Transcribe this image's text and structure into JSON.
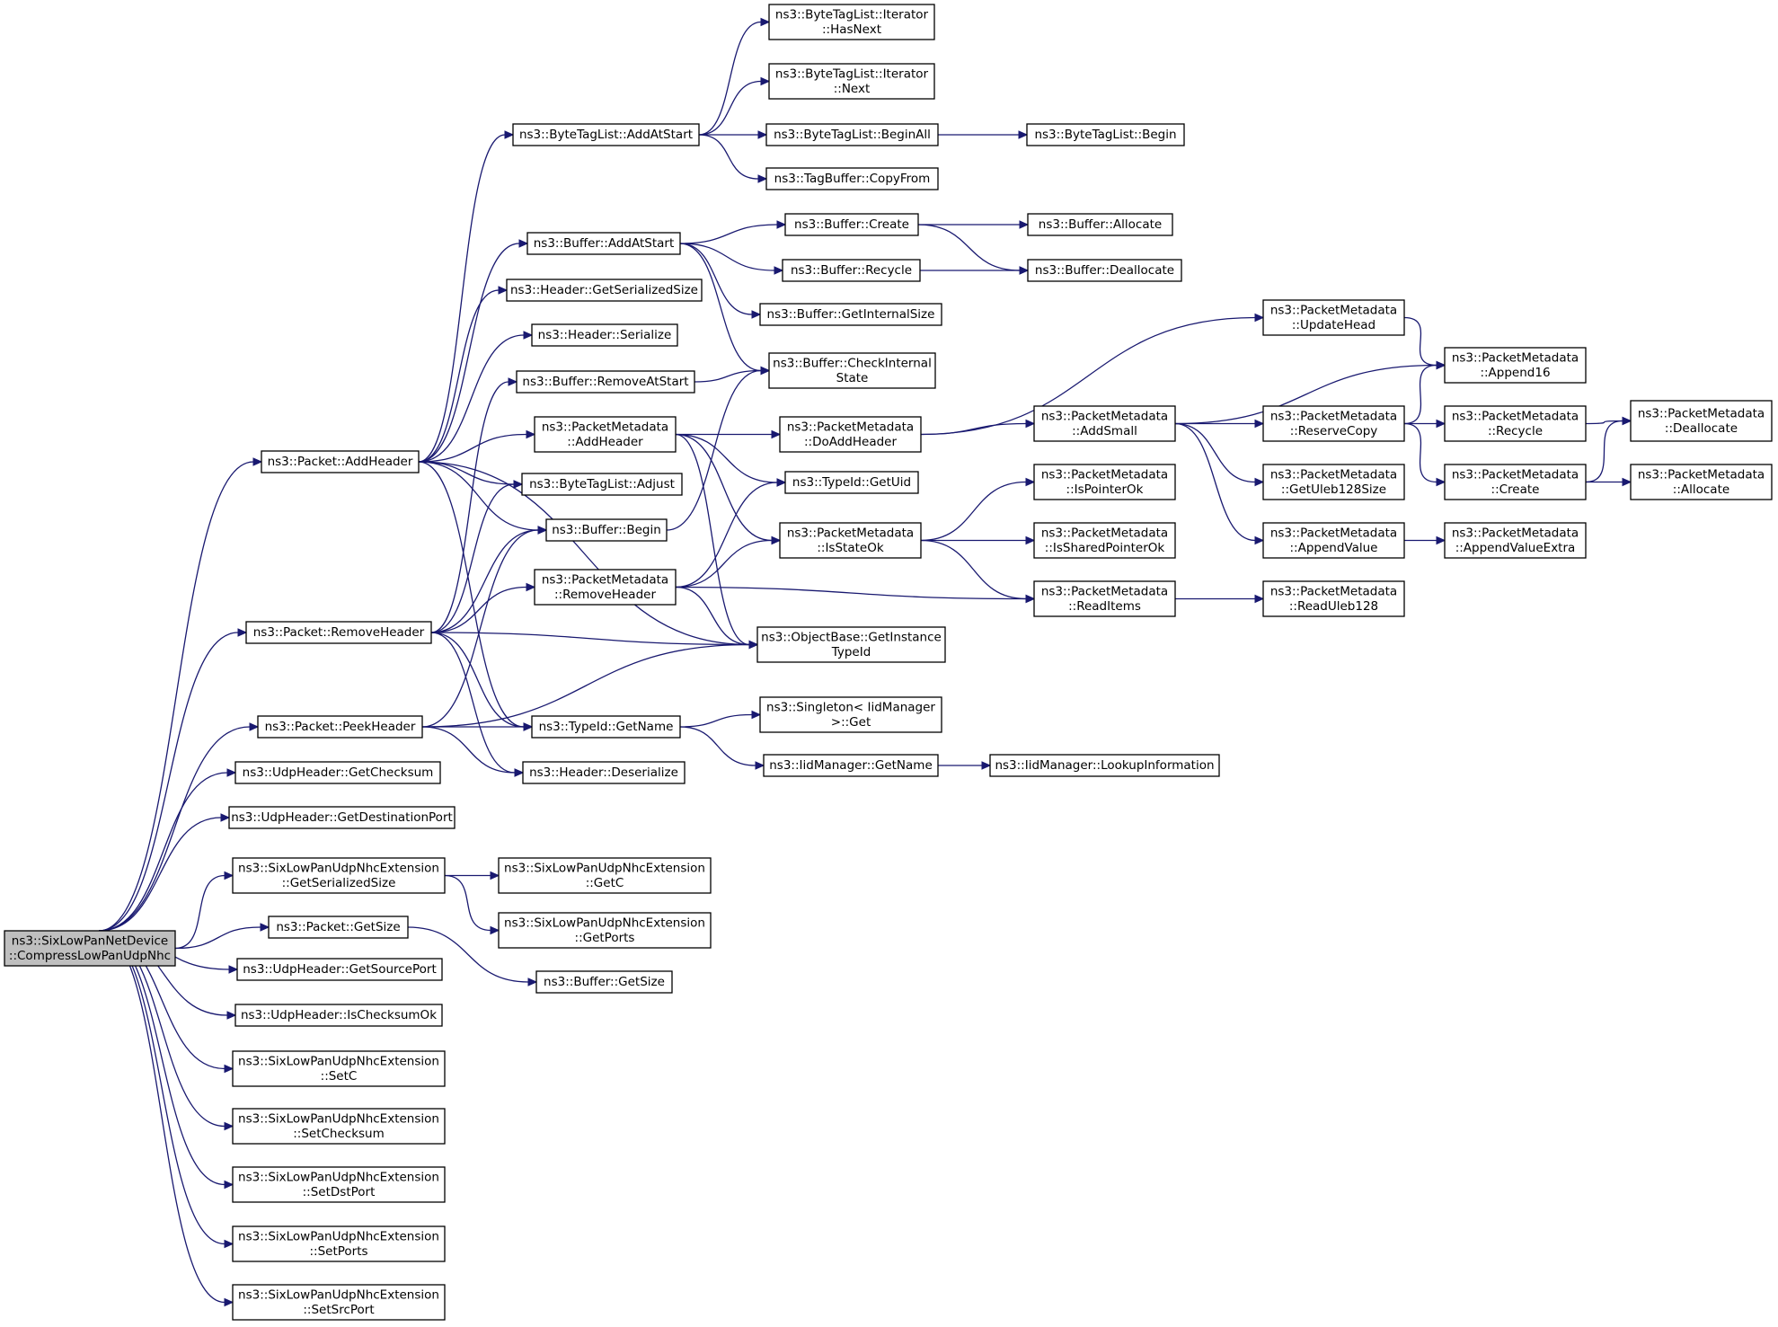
{
  "nodes": [
    {
      "id": "root",
      "lines": [
        "ns3::SixLowPanNetDevice",
        "::CompressLowPanUdpNhc"
      ],
      "root": true
    },
    {
      "id": "bt_hasnext",
      "lines": [
        "ns3::ByteTagList::Iterator",
        "::HasNext"
      ]
    },
    {
      "id": "bt_next",
      "lines": [
        "ns3::ByteTagList::Iterator",
        "::Next"
      ]
    },
    {
      "id": "bt_addatstart",
      "lines": [
        "ns3::ByteTagList::AddAtStart"
      ]
    },
    {
      "id": "bt_beginall",
      "lines": [
        "ns3::ByteTagList::BeginAll"
      ]
    },
    {
      "id": "bt_begin",
      "lines": [
        "ns3::ByteTagList::Begin"
      ]
    },
    {
      "id": "tagbuf_copyfrom",
      "lines": [
        "ns3::TagBuffer::CopyFrom"
      ]
    },
    {
      "id": "buf_addatstart",
      "lines": [
        "ns3::Buffer::AddAtStart"
      ]
    },
    {
      "id": "buf_create",
      "lines": [
        "ns3::Buffer::Create"
      ]
    },
    {
      "id": "buf_allocate",
      "lines": [
        "ns3::Buffer::Allocate"
      ]
    },
    {
      "id": "buf_recycle",
      "lines": [
        "ns3::Buffer::Recycle"
      ]
    },
    {
      "id": "buf_deallocate",
      "lines": [
        "ns3::Buffer::Deallocate"
      ]
    },
    {
      "id": "hdr_getserializedsize",
      "lines": [
        "ns3::Header::GetSerializedSize"
      ]
    },
    {
      "id": "buf_getinternalsize",
      "lines": [
        "ns3::Buffer::GetInternalSize"
      ]
    },
    {
      "id": "hdr_serialize",
      "lines": [
        "ns3::Header::Serialize"
      ]
    },
    {
      "id": "pm_updatehead",
      "lines": [
        "ns3::PacketMetadata",
        "::UpdateHead"
      ]
    },
    {
      "id": "buf_removeatstart",
      "lines": [
        "ns3::Buffer::RemoveAtStart"
      ]
    },
    {
      "id": "buf_checkinternalstate",
      "lines": [
        "ns3::Buffer::CheckInternal",
        "State"
      ]
    },
    {
      "id": "pm_append16",
      "lines": [
        "ns3::PacketMetadata",
        "::Append16"
      ]
    },
    {
      "id": "pm_addheader",
      "lines": [
        "ns3::PacketMetadata",
        "::AddHeader"
      ]
    },
    {
      "id": "pm_doaddheader",
      "lines": [
        "ns3::PacketMetadata",
        "::DoAddHeader"
      ]
    },
    {
      "id": "pm_addsmall",
      "lines": [
        "ns3::PacketMetadata",
        "::AddSmall"
      ]
    },
    {
      "id": "pm_reservecopy",
      "lines": [
        "ns3::PacketMetadata",
        "::ReserveCopy"
      ]
    },
    {
      "id": "pm_recycle",
      "lines": [
        "ns3::PacketMetadata",
        "::Recycle"
      ]
    },
    {
      "id": "pm_deallocate",
      "lines": [
        "ns3::PacketMetadata",
        "::Deallocate"
      ]
    },
    {
      "id": "pkt_addheader",
      "lines": [
        "ns3::Packet::AddHeader"
      ]
    },
    {
      "id": "bt_adjust",
      "lines": [
        "ns3::ByteTagList::Adjust"
      ]
    },
    {
      "id": "typeid_getuid",
      "lines": [
        "ns3::TypeId::GetUid"
      ]
    },
    {
      "id": "pm_ispointerok",
      "lines": [
        "ns3::PacketMetadata",
        "::IsPointerOk"
      ]
    },
    {
      "id": "pm_getuleb128size",
      "lines": [
        "ns3::PacketMetadata",
        "::GetUleb128Size"
      ]
    },
    {
      "id": "pm_create",
      "lines": [
        "ns3::PacketMetadata",
        "::Create"
      ]
    },
    {
      "id": "pm_allocate",
      "lines": [
        "ns3::PacketMetadata",
        "::Allocate"
      ]
    },
    {
      "id": "buf_begin",
      "lines": [
        "ns3::Buffer::Begin"
      ]
    },
    {
      "id": "pm_isstateok",
      "lines": [
        "ns3::PacketMetadata",
        "::IsStateOk"
      ]
    },
    {
      "id": "pm_issharedpointerok",
      "lines": [
        "ns3::PacketMetadata",
        "::IsSharedPointerOk"
      ]
    },
    {
      "id": "pm_appendvalue",
      "lines": [
        "ns3::PacketMetadata",
        "::AppendValue"
      ]
    },
    {
      "id": "pm_appendvalueextra",
      "lines": [
        "ns3::PacketMetadata",
        "::AppendValueExtra"
      ]
    },
    {
      "id": "pm_removeheader",
      "lines": [
        "ns3::PacketMetadata",
        "::RemoveHeader"
      ]
    },
    {
      "id": "pm_readitems",
      "lines": [
        "ns3::PacketMetadata",
        "::ReadItems"
      ]
    },
    {
      "id": "pm_readuleb128",
      "lines": [
        "ns3::PacketMetadata",
        "::ReadUleb128"
      ]
    },
    {
      "id": "pkt_removeheader",
      "lines": [
        "ns3::Packet::RemoveHeader"
      ]
    },
    {
      "id": "ob_getinstancetypeid",
      "lines": [
        "ns3::ObjectBase::GetInstance",
        "TypeId"
      ]
    },
    {
      "id": "singleton_get",
      "lines": [
        "ns3::Singleton< IidManager",
        ">::Get"
      ]
    },
    {
      "id": "pkt_peekheader",
      "lines": [
        "ns3::Packet::PeekHeader"
      ]
    },
    {
      "id": "typeid_getname",
      "lines": [
        "ns3::TypeId::GetName"
      ]
    },
    {
      "id": "iid_getname",
      "lines": [
        "ns3::IidManager::GetName"
      ]
    },
    {
      "id": "iid_lookupinformation",
      "lines": [
        "ns3::IidManager::LookupInformation"
      ]
    },
    {
      "id": "udp_getchecksum",
      "lines": [
        "ns3::UdpHeader::GetChecksum"
      ]
    },
    {
      "id": "hdr_deserialize",
      "lines": [
        "ns3::Header::Deserialize"
      ]
    },
    {
      "id": "udp_getdestinationport",
      "lines": [
        "ns3::UdpHeader::GetDestinationPort"
      ]
    },
    {
      "id": "nhc_getserializedsize",
      "lines": [
        "ns3::SixLowPanUdpNhcExtension",
        "::GetSerializedSize"
      ]
    },
    {
      "id": "nhc_getc",
      "lines": [
        "ns3::SixLowPanUdpNhcExtension",
        "::GetC"
      ]
    },
    {
      "id": "pkt_getsize",
      "lines": [
        "ns3::Packet::GetSize"
      ]
    },
    {
      "id": "nhc_getports",
      "lines": [
        "ns3::SixLowPanUdpNhcExtension",
        "::GetPorts"
      ]
    },
    {
      "id": "udp_getsourceport",
      "lines": [
        "ns3::UdpHeader::GetSourcePort"
      ]
    },
    {
      "id": "buf_getsize",
      "lines": [
        "ns3::Buffer::GetSize"
      ]
    },
    {
      "id": "udp_ischecksumok",
      "lines": [
        "ns3::UdpHeader::IsChecksumOk"
      ]
    },
    {
      "id": "nhc_setc",
      "lines": [
        "ns3::SixLowPanUdpNhcExtension",
        "::SetC"
      ]
    },
    {
      "id": "nhc_setchecksum",
      "lines": [
        "ns3::SixLowPanUdpNhcExtension",
        "::SetChecksum"
      ]
    },
    {
      "id": "nhc_setdstport",
      "lines": [
        "ns3::SixLowPanUdpNhcExtension",
        "::SetDstPort"
      ]
    },
    {
      "id": "nhc_setports",
      "lines": [
        "ns3::SixLowPanUdpNhcExtension",
        "::SetPorts"
      ]
    },
    {
      "id": "nhc_setsrcport",
      "lines": [
        "ns3::SixLowPanUdpNhcExtension",
        "::SetSrcPort"
      ]
    }
  ],
  "edges": [
    [
      "root",
      "pkt_addheader"
    ],
    [
      "root",
      "pkt_removeheader"
    ],
    [
      "root",
      "pkt_peekheader"
    ],
    [
      "root",
      "udp_getchecksum"
    ],
    [
      "root",
      "udp_getdestinationport"
    ],
    [
      "root",
      "nhc_getserializedsize"
    ],
    [
      "root",
      "pkt_getsize"
    ],
    [
      "root",
      "udp_getsourceport"
    ],
    [
      "root",
      "udp_ischecksumok"
    ],
    [
      "root",
      "nhc_setc"
    ],
    [
      "root",
      "nhc_setchecksum"
    ],
    [
      "root",
      "nhc_setdstport"
    ],
    [
      "root",
      "nhc_setports"
    ],
    [
      "root",
      "nhc_setsrcport"
    ],
    [
      "pkt_addheader",
      "bt_addatstart"
    ],
    [
      "pkt_addheader",
      "buf_addatstart"
    ],
    [
      "pkt_addheader",
      "hdr_getserializedsize"
    ],
    [
      "pkt_addheader",
      "hdr_serialize"
    ],
    [
      "pkt_addheader",
      "pm_addheader"
    ],
    [
      "pkt_addheader",
      "bt_adjust"
    ],
    [
      "pkt_addheader",
      "buf_begin"
    ],
    [
      "pkt_addheader",
      "ob_getinstancetypeid"
    ],
    [
      "pkt_addheader",
      "typeid_getname"
    ],
    [
      "bt_addatstart",
      "bt_hasnext"
    ],
    [
      "bt_addatstart",
      "bt_next"
    ],
    [
      "bt_addatstart",
      "bt_beginall"
    ],
    [
      "bt_addatstart",
      "tagbuf_copyfrom"
    ],
    [
      "bt_beginall",
      "bt_begin"
    ],
    [
      "buf_addatstart",
      "buf_create"
    ],
    [
      "buf_addatstart",
      "buf_recycle"
    ],
    [
      "buf_addatstart",
      "buf_getinternalsize"
    ],
    [
      "buf_addatstart",
      "buf_checkinternalstate"
    ],
    [
      "buf_create",
      "buf_allocate"
    ],
    [
      "buf_create",
      "buf_deallocate"
    ],
    [
      "buf_recycle",
      "buf_deallocate"
    ],
    [
      "buf_removeatstart",
      "buf_checkinternalstate"
    ],
    [
      "buf_begin",
      "buf_checkinternalstate"
    ],
    [
      "pm_addheader",
      "pm_doaddheader"
    ],
    [
      "pm_addheader",
      "typeid_getuid"
    ],
    [
      "pm_addheader",
      "pm_isstateok"
    ],
    [
      "pm_addheader",
      "ob_getinstancetypeid"
    ],
    [
      "pm_doaddheader",
      "pm_updatehead"
    ],
    [
      "pm_doaddheader",
      "pm_addsmall"
    ],
    [
      "pm_updatehead",
      "pm_append16"
    ],
    [
      "pm_addsmall",
      "pm_append16"
    ],
    [
      "pm_addsmall",
      "pm_reservecopy"
    ],
    [
      "pm_addsmall",
      "pm_getuleb128size"
    ],
    [
      "pm_addsmall",
      "pm_appendvalue"
    ],
    [
      "pm_reservecopy",
      "pm_append16"
    ],
    [
      "pm_reservecopy",
      "pm_recycle"
    ],
    [
      "pm_reservecopy",
      "pm_create"
    ],
    [
      "pm_recycle",
      "pm_deallocate"
    ],
    [
      "pm_create",
      "pm_deallocate"
    ],
    [
      "pm_create",
      "pm_allocate"
    ],
    [
      "pm_appendvalue",
      "pm_appendvalueextra"
    ],
    [
      "pm_isstateok",
      "pm_ispointerok"
    ],
    [
      "pm_isstateok",
      "pm_issharedpointerok"
    ],
    [
      "pm_isstateok",
      "pm_readitems"
    ],
    [
      "pm_readitems",
      "pm_readuleb128"
    ],
    [
      "pm_removeheader",
      "typeid_getuid"
    ],
    [
      "pm_removeheader",
      "pm_isstateok"
    ],
    [
      "pm_removeheader",
      "pm_readitems"
    ],
    [
      "pm_removeheader",
      "ob_getinstancetypeid"
    ],
    [
      "pkt_removeheader",
      "buf_removeatstart"
    ],
    [
      "pkt_removeheader",
      "bt_adjust"
    ],
    [
      "pkt_removeheader",
      "buf_begin"
    ],
    [
      "pkt_removeheader",
      "pm_removeheader"
    ],
    [
      "pkt_removeheader",
      "ob_getinstancetypeid"
    ],
    [
      "pkt_removeheader",
      "typeid_getname"
    ],
    [
      "pkt_removeheader",
      "hdr_deserialize"
    ],
    [
      "pkt_peekheader",
      "buf_begin"
    ],
    [
      "pkt_peekheader",
      "typeid_getname"
    ],
    [
      "pkt_peekheader",
      "hdr_deserialize"
    ],
    [
      "pkt_peekheader",
      "ob_getinstancetypeid"
    ],
    [
      "typeid_getname",
      "singleton_get"
    ],
    [
      "typeid_getname",
      "iid_getname"
    ],
    [
      "iid_getname",
      "iid_lookupinformation"
    ],
    [
      "nhc_getserializedsize",
      "nhc_getc"
    ],
    [
      "nhc_getserializedsize",
      "nhc_getports"
    ],
    [
      "pkt_getsize",
      "buf_getsize"
    ]
  ]
}
